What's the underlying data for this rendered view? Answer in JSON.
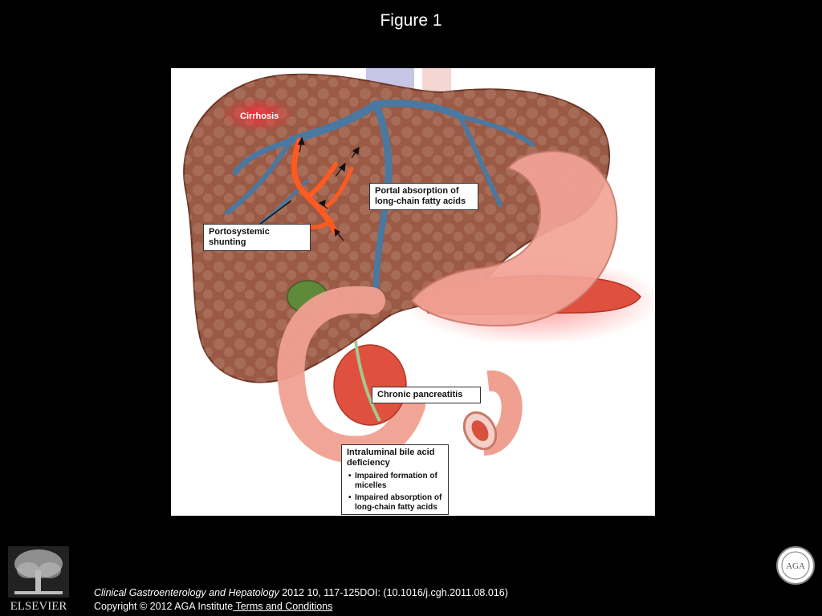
{
  "page": {
    "title": "Figure 1"
  },
  "figure": {
    "labels": {
      "cirrhosis": "Cirrhosis",
      "portal_absorption": "Portal absorption of long-chain fatty acids",
      "portosystemic_shunting": "Portosystemic shunting",
      "chronic_pancreatitis": "Chronic pancreatitis",
      "bile_acid_heading": "Intraluminal bile acid deficiency",
      "bile_acid_points": [
        "Impaired formation of micelles",
        "Impaired absorption of long-chain fatty acids"
      ]
    },
    "colors": {
      "liver": "#9a5a45",
      "liver_dark": "#7a4030",
      "portal_vein": "#4a78a0",
      "shunt": "#ff5a1f",
      "stomach": "#f2a496",
      "pancreas": "#e0503e",
      "gallbladder": "#5f8a3a",
      "inflammation_glow": "#ff3030"
    }
  },
  "footer": {
    "publisher_logo_text": "ELSEVIER",
    "society_logo_text": "AGA",
    "citation": {
      "journal": "Clinical Gastroenterology and Hepatology",
      "details": " 2012 10, 117-125DOI: (10.1016/j.cgh.2011.08.016)",
      "copyright": "Copyright © 2012 AGA Institute",
      "terms_link": " Terms and Conditions"
    }
  }
}
